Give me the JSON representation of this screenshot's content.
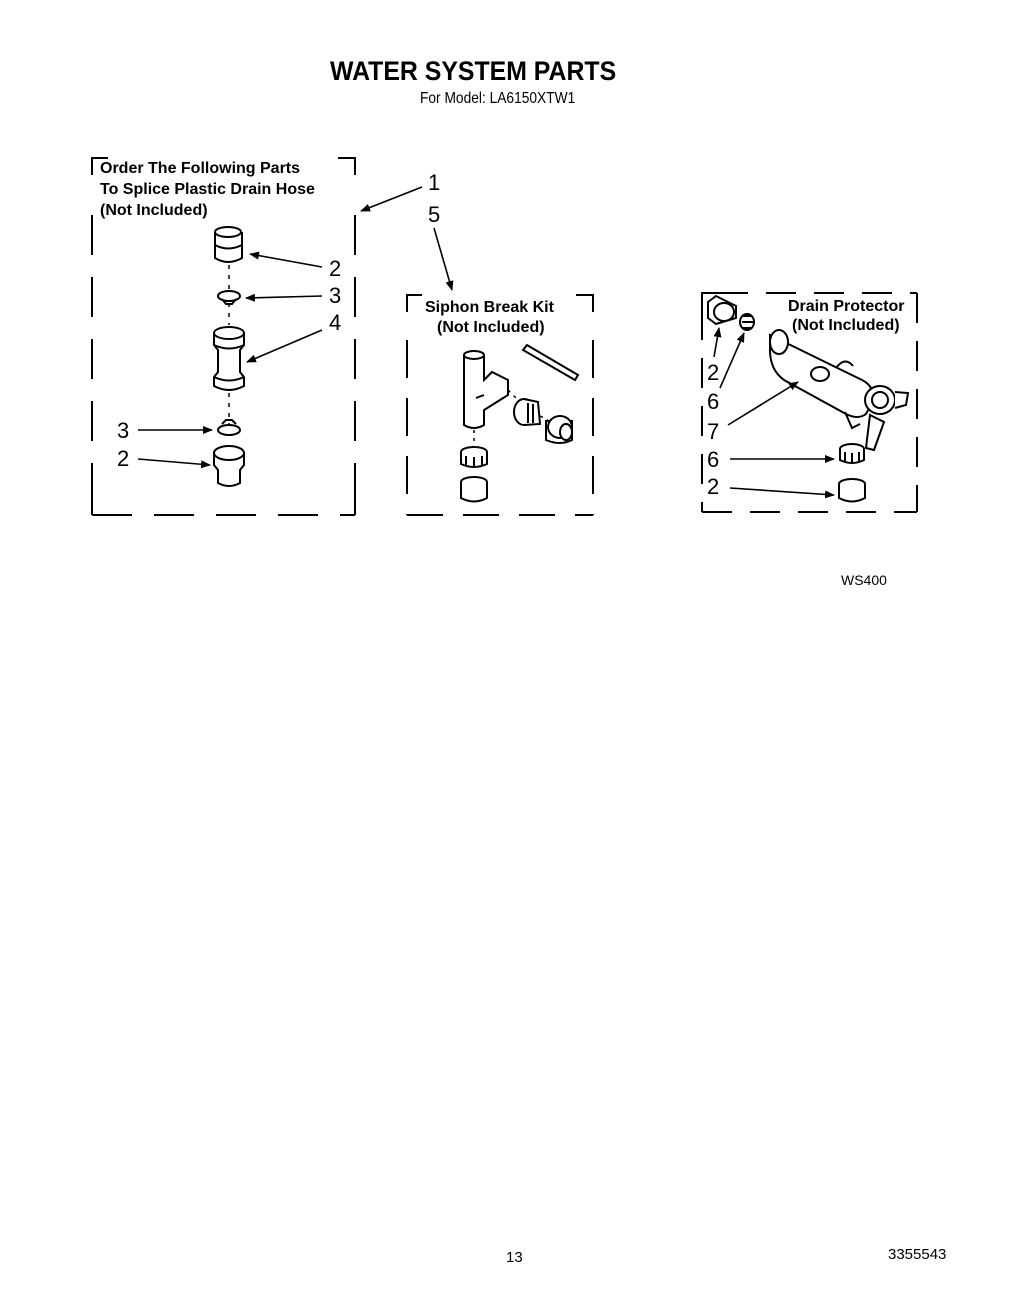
{
  "title": "WATER SYSTEM PARTS",
  "model": "For Model: LA6150XTW1",
  "box1": {
    "line1": "Order The Following Parts",
    "line2": "To Splice Plastic Drain Hose",
    "line3": "(Not Included)"
  },
  "box2": {
    "line1": "Siphon Break Kit",
    "line2": "(Not Included)"
  },
  "box3": {
    "line1": "Drain Protector",
    "line2": "(Not Included)"
  },
  "callouts": {
    "n1": "1",
    "n5": "5",
    "b1_2a": "2",
    "b1_3a": "3",
    "b1_4": "4",
    "b1_3b": "3",
    "b1_2b": "2",
    "b3_2a": "2",
    "b3_6a": "6",
    "b3_7": "7",
    "b3_6b": "6",
    "b3_2b": "2"
  },
  "figure_code": "WS400",
  "page_number": "13",
  "document_number": "3355543"
}
